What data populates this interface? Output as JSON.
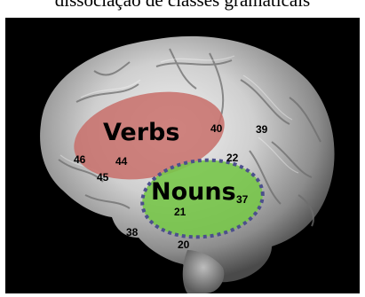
{
  "caption": "dissociação de classes gramaticais",
  "regions": {
    "verbs": {
      "label": "Verbs",
      "color": "#c86e6a"
    },
    "nouns": {
      "label": "Nouns",
      "color": "#78c64a",
      "outline_color": "#4c4f8c"
    }
  },
  "brodmann_areas": [
    "40",
    "39",
    "46",
    "44",
    "45",
    "22",
    "37",
    "21",
    "38",
    "20"
  ]
}
